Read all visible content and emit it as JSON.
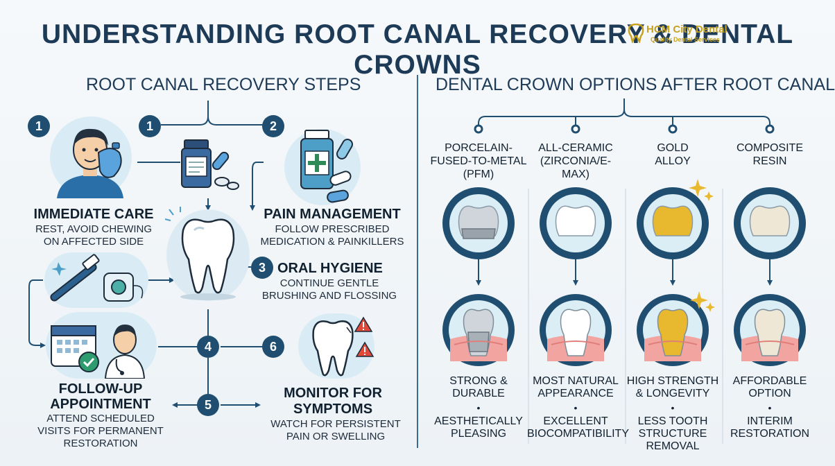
{
  "title": "UNDERSTANDING ROOT CANAL RECOVERY & DENTAL CROWNS",
  "logo": {
    "name": "HCM City Dental",
    "tagline": "Quality Dental Services"
  },
  "left_section": {
    "heading": "ROOT CANAL RECOVERY STEPS",
    "badges": {
      "b1a": "1",
      "b1b": "1",
      "b2": "2",
      "b3": "3",
      "b4": "4",
      "b5": "5",
      "b6": "6"
    },
    "steps": [
      {
        "title": "IMMEDIATE CARE",
        "desc": [
          "REST, AVOID CHEWING",
          "ON AFFECTED SIDE"
        ]
      },
      {
        "title": "PAIN MANAGEMENT",
        "desc": [
          "FOLLOW PRESCRIBED",
          "MEDICATION & PAINKILLERS"
        ]
      },
      {
        "title": "ORAL HYGIENE",
        "desc": [
          "CONTINUE GENTLE",
          "BRUSHING AND FLOSSING"
        ]
      },
      {
        "title": [
          "FOLLOW-UP",
          "APPOINTMENT"
        ],
        "desc": [
          "ATTEND SCHEDULED",
          "VISITS FOR PERMANENT",
          "RESTORATION"
        ]
      },
      {
        "title": [
          "MONITOR FOR",
          "SYMPTOMS"
        ],
        "desc": [
          "WATCH FOR PERSISTENT",
          "PAIN OR SWELLING"
        ]
      }
    ]
  },
  "right_section": {
    "heading": "DENTAL CROWN OPTIONS AFTER ROOT CANAL",
    "crowns": [
      {
        "name": [
          "PORCELAIN-",
          "FUSED-TO-METAL",
          "(PFM)"
        ],
        "benefits": [
          [
            "STRONG &",
            "DURABLE"
          ],
          [
            "AESTHETICALLY",
            "PLEASING"
          ]
        ],
        "color": "#cfd5da"
      },
      {
        "name": [
          "ALL-CERAMIC",
          "(ZIRCONIA/E-MAX)"
        ],
        "benefits": [
          [
            "MOST NATURAL",
            "APPEARANCE"
          ],
          [
            "EXCELLENT",
            "BIOCOMPATIBILITY"
          ]
        ],
        "color": "#ffffff"
      },
      {
        "name": [
          "GOLD",
          "ALLOY"
        ],
        "benefits": [
          [
            "HIGH STRENGTH",
            "& LONGEVITY"
          ],
          [
            "LESS TOOTH",
            "STRUCTURE",
            "REMOVAL"
          ]
        ],
        "color": "#e8b92e"
      },
      {
        "name": [
          "COMPOSITE",
          "RESIN"
        ],
        "benefits": [
          [
            "AFFORDABLE",
            "OPTION"
          ],
          [
            "INTERIM",
            "RESTORATION"
          ]
        ],
        "color": "#efe7d6"
      }
    ],
    "bullet": "•"
  },
  "colors": {
    "navy": "#1f4e70",
    "accent_circle": "#d9ecf5",
    "warning": "#e0483a"
  }
}
